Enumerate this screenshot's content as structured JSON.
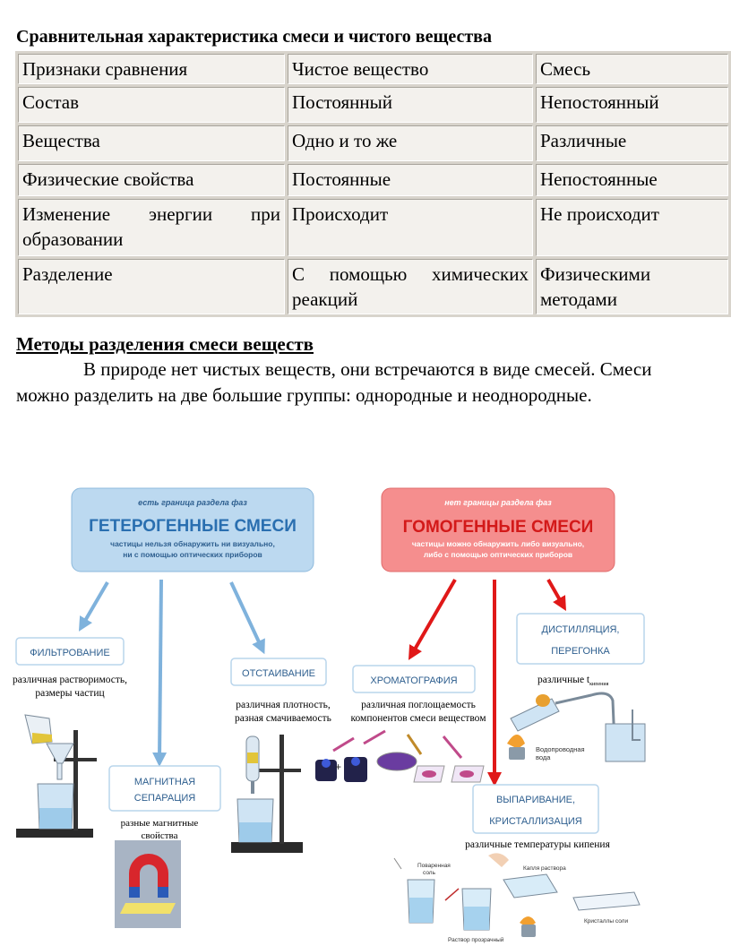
{
  "title": "Сравнительная характеристика смеси и чистого вещества",
  "table": {
    "header": [
      "Признаки сравнения",
      "Чистое вещество",
      "Смесь"
    ],
    "rows": [
      [
        "Состав",
        "Постоянный",
        "Непостоянный"
      ],
      [
        "Вещества",
        "Одно и то же",
        "Различные"
      ],
      [
        "Физические свойства",
        "Постоянные",
        "Непостоянные"
      ],
      [
        "Изменение энергии при образовании",
        "Происходит",
        "Не происходит"
      ],
      [
        "Разделение",
        "С помощью химических реакций",
        "Физическими методами"
      ]
    ]
  },
  "section_title": "Методы разделения смеси веществ",
  "paragraph": {
    "line1": "В природе нет чистых веществ, они встречаются в виде смесей. Смеси",
    "line2": "можно разделить на две большие группы: однородные и неоднородные."
  },
  "diagram": {
    "hetero": {
      "top": "есть граница раздела фаз",
      "title": "ГЕТЕРОГЕННЫЕ СМЕСИ",
      "desc1": "частицы нельзя обнаружить ни визуально,",
      "desc2": "ни с помощью оптических приборов",
      "color": "#bcd9f0"
    },
    "homo": {
      "top": "нет границы раздела фаз",
      "title": "ГОМОГЕННЫЕ СМЕСИ",
      "desc1": "частицы можно обнаружить либо визуально,",
      "desc2": "либо с помощью оптических приборов",
      "color": "#f58e8e"
    },
    "filtration": {
      "label": "ФИЛЬТРОВАНИЕ",
      "note1": "различная растворимость,",
      "note2": "размеры частиц"
    },
    "magnetic": {
      "label1": "МАГНИТНАЯ",
      "label2": "СЕПАРАЦИЯ",
      "note1": "разные магнитные",
      "note2": "свойства"
    },
    "settling": {
      "label": "ОТСТАИВАНИЕ",
      "note1": "различная плотность,",
      "note2": "разная смачиваемость"
    },
    "chromatography": {
      "label": "ХРОМАТОГРАФИЯ",
      "note1": "различная поглощаемость",
      "note2": "компонентов смеси веществом"
    },
    "distillation": {
      "label1": "ДИСТИЛЛЯЦИЯ,",
      "label2": "ПЕРЕГОНКА",
      "note": "различные t",
      "note_sub": "кипения",
      "cooler1": "Водопроводная",
      "cooler2": "вода"
    },
    "evaporation": {
      "label1": "ВЫПАРИВАНИЕ,",
      "label2": "КРИСТАЛЛИЗАЦИЯ",
      "note": "различные температуры кипения",
      "salt1": "Поваренная",
      "salt2": "соль",
      "drop": "Капля раствора",
      "solution": "Раствор прозрачный",
      "crystals": "Кристаллы соли"
    },
    "arrow_blue": "#7fb2dc",
    "arrow_red": "#e01818"
  }
}
